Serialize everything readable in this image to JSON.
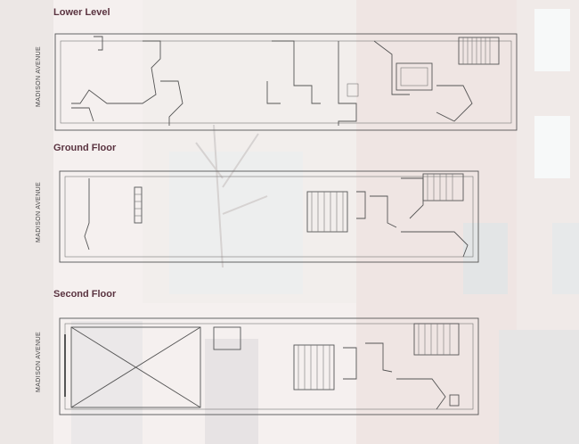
{
  "levels": [
    {
      "title": "Lower Level",
      "street": "MADISON AVENUE"
    },
    {
      "title": "Ground Floor",
      "street": "MADISON AVENUE"
    },
    {
      "title": "Second Floor",
      "street": "MADISON AVENUE"
    }
  ],
  "colors": {
    "title": "#5a3340",
    "line": "#555555",
    "wash": "#ffffff"
  }
}
